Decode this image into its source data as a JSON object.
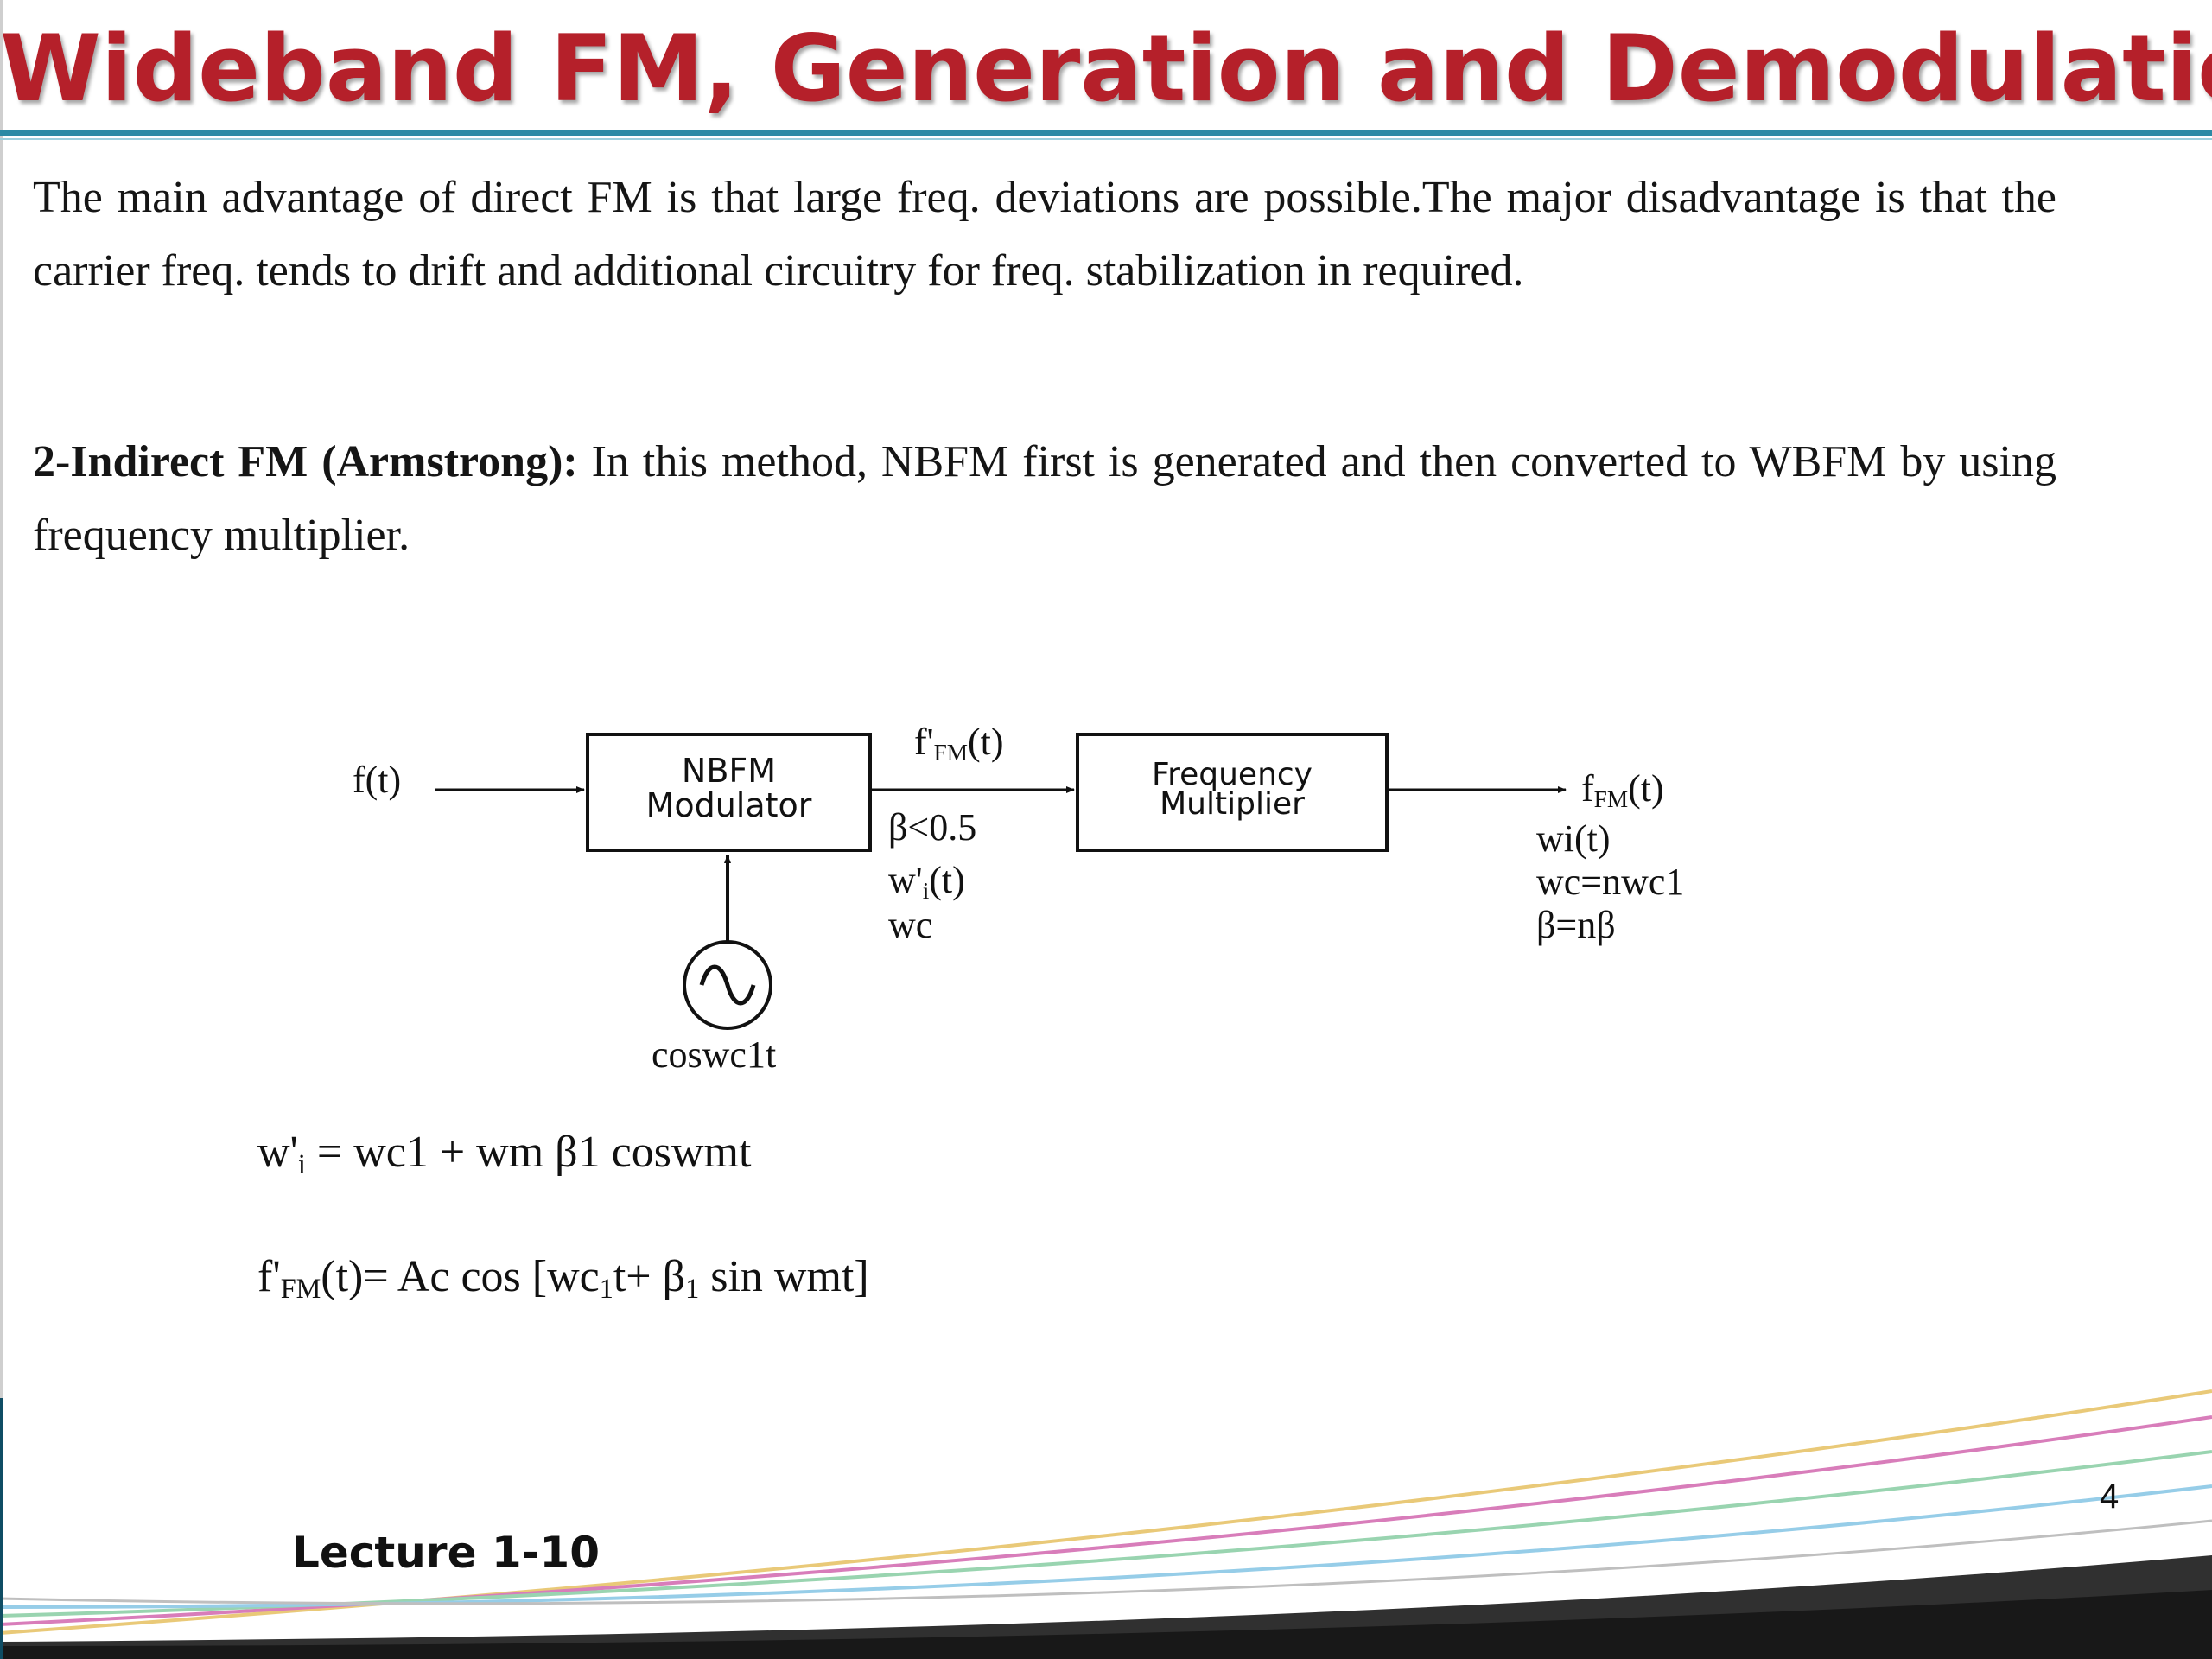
{
  "slide": {
    "title": "Wideband FM, Generation and Demodulation",
    "paragraph_1": "The main advantage of direct FM is that large freq. deviations are possible.The major disadvantage is that the carrier freq. tends to drift and additional circuitry for freq. stabilization in required.",
    "paragraph_2_bold": "2-Indirect FM (Armstrong):",
    "paragraph_2_rest": " In this method, NBFM first is generated and then converted to WBFM by using frequency multiplier.",
    "page_number": "4",
    "lecture_label": "Lecture 1-10"
  },
  "diagram": {
    "input_label": "f(t)",
    "block_1": {
      "line1": "NBFM",
      "line2": "Modulator"
    },
    "block_2": {
      "line1": "Frequency",
      "line2": "Multiplier"
    },
    "mid_top_label": {
      "base": "f'",
      "sub": "FM",
      "tail": "(t)"
    },
    "mid_params": {
      "beta": "β<0.5",
      "wi_base": "w'",
      "wi_sub": "i",
      "wi_tail": "(t)",
      "wc": "wc"
    },
    "output_label": {
      "base": "f",
      "sub": "FM",
      "tail": "(t)"
    },
    "output_params": [
      "wi(t)",
      "wc=nwc1",
      "β=nβ"
    ],
    "oscillator_label": "coswc1t"
  },
  "equations": {
    "eq1": {
      "base": "w'",
      "sub": "i",
      "tail": " = wc1 + wm β1 coswmt"
    },
    "eq2": {
      "base": "f'",
      "sub1": "FM",
      "mid": "(t)= Ac cos [wc",
      "sub2": "1",
      "mid2": "t+ β",
      "sub3": "1",
      "tail": " sin wmt]"
    }
  },
  "colors": {
    "title": "#b5202a",
    "rule": "#2b8aa5"
  }
}
